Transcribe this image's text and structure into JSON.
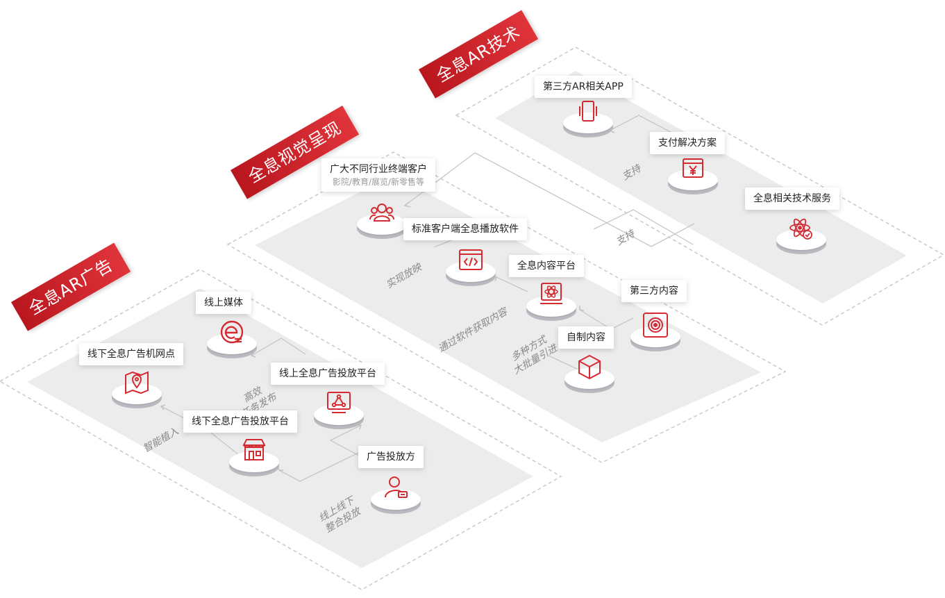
{
  "colors": {
    "accent": "#d42a31",
    "plate": "#ececec",
    "plate_border": "#c9c9c9",
    "line": "#c7c7c7"
  },
  "banners": {
    "ar_ads": "全息AR广告",
    "visual": "全息视觉呈现",
    "ar_tech": "全息AR技术"
  },
  "nodes": {
    "third_party_app": {
      "label": "第三方AR相关APP",
      "icon": "phone-icon"
    },
    "payment": {
      "label": "支付解决方案",
      "icon": "yen-window-icon"
    },
    "tech_service": {
      "label": "全息相关技术服务",
      "icon": "atom-check-icon"
    },
    "customers": {
      "label": "广大不同行业终端客户",
      "sublabel": "影院/教育/展览/新零售等",
      "icon": "users-icon"
    },
    "player_software": {
      "label": "标准客户端全息播放软件",
      "icon": "code-window-icon"
    },
    "content_platform": {
      "label": "全息内容平台",
      "icon": "atom-monitor-icon"
    },
    "third_party_content": {
      "label": "第三方内容",
      "icon": "circle-arrows-icon"
    },
    "self_content": {
      "label": "自制内容",
      "icon": "cube-icon"
    },
    "online_media": {
      "label": "线上媒体",
      "icon": "e-logo-icon"
    },
    "offline_points": {
      "label": "线下全息广告机网点",
      "icon": "map-pin-icon"
    },
    "online_platform": {
      "label": "线上全息广告投放平台",
      "icon": "network-monitor-icon"
    },
    "offline_platform": {
      "label": "线下全息广告投放平台",
      "icon": "store-icon"
    },
    "advertiser": {
      "label": "广告投放方",
      "icon": "user-card-icon"
    }
  },
  "edges": {
    "support1": "支持",
    "support2": "支持",
    "playback": "实现放映",
    "get_content": "通过软件获取内容",
    "multi_line1": "多种方式",
    "multi_line2": "大批量引进",
    "efficient_line1": "高效",
    "efficient_line2": "任务发布",
    "smart_implant": "智能植入",
    "integrate_line1": "线上线下",
    "integrate_line2": "整合投放"
  }
}
